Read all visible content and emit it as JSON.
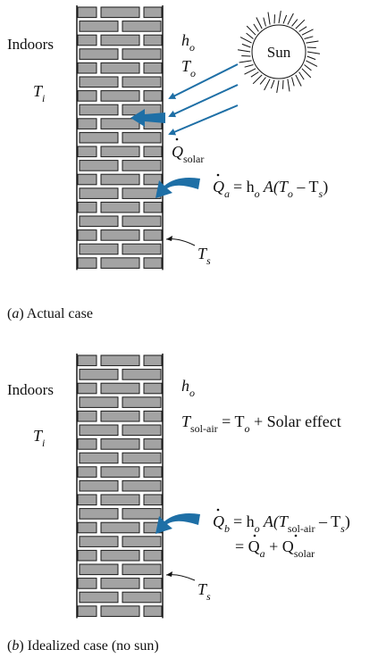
{
  "colors": {
    "brick": "#a3a3a3",
    "mortar": "#ffffff",
    "outline": "#1a1a1a",
    "arrow": "#1e6fa6",
    "ink": "#111111"
  },
  "icons": {
    "sun": "sun-icon",
    "heat_arrow": "curved-arrow-icon"
  },
  "panel_a": {
    "indoors": "Indoors",
    "ti": {
      "base": "T",
      "sub": "i"
    },
    "ho": {
      "base": "h",
      "sub": "o"
    },
    "to": {
      "base": "T",
      "sub": "o"
    },
    "sun": "Sun",
    "qsolar": {
      "base": "Q",
      "sub": "solar"
    },
    "qa_eq": {
      "lhs": "Q",
      "lhs_sub": "a",
      "rhs": "= h",
      "rhs_sub1": "o",
      "mid": " A(T",
      "rhs_sub2": "o",
      "dash": " – T",
      "rhs_sub3": "s",
      "close": ")"
    },
    "ts": {
      "base": "T",
      "sub": "s"
    },
    "caption": {
      "letter": "a",
      "text": " Actual case"
    }
  },
  "panel_b": {
    "indoors": "Indoors",
    "ti": {
      "base": "T",
      "sub": "i"
    },
    "ho": {
      "base": "h",
      "sub": "o"
    },
    "tsolair": {
      "base": "T",
      "sub": "sol-air",
      "eq": " = T",
      "eq_sub": "o",
      "tail": " + Solar effect"
    },
    "qb_eq": {
      "lhs": "Q",
      "lhs_sub": "b",
      "rhs": "= h",
      "rhs_sub1": "o",
      "mid": " A(T",
      "rhs_sub2": "sol-air",
      "dash": " – T",
      "rhs_sub3": "s",
      "close": ")"
    },
    "qb_line2": {
      "eq": "= Q",
      "sub1": "a",
      "plus": " + Q",
      "sub2": "solar"
    },
    "ts": {
      "base": "T",
      "sub": "s"
    },
    "caption": {
      "letter": "b",
      "text": " Idealized case (no sun)"
    }
  }
}
